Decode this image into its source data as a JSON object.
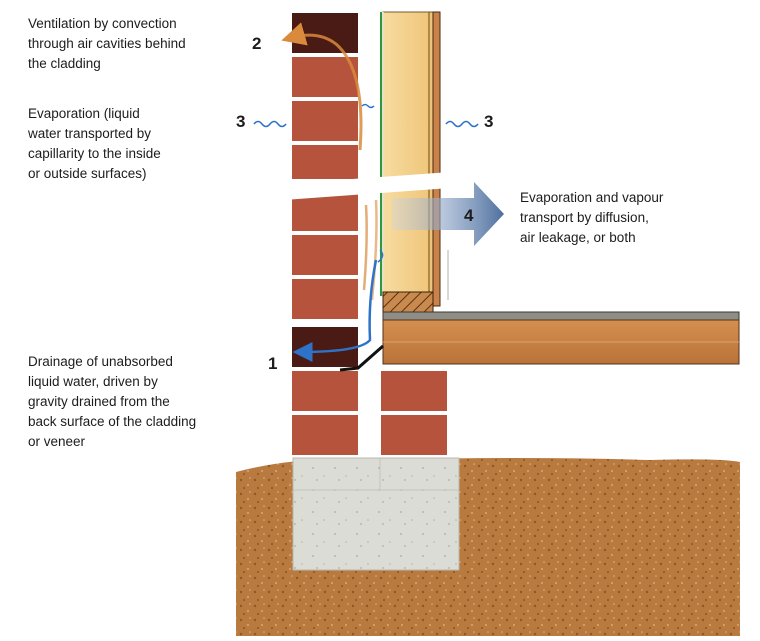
{
  "labels": {
    "ventilation": [
      "Ventilation by convection",
      "through air cavities behind",
      "the cladding"
    ],
    "evaporation_liquid": [
      "Evaporation (liquid",
      "water transported by",
      "capillarity to the inside",
      "or outside surfaces)"
    ],
    "evaporation_vapour": [
      "Evaporation and vapour",
      "transport by diffusion,",
      "air leakage, or both"
    ],
    "drainage": [
      "Drainage of unabsorbed",
      "liquid water, driven by",
      "gravity drained from the",
      "back surface of the cladding",
      "or veneer"
    ]
  },
  "markers": {
    "drainage": "1",
    "ventilation": "2",
    "evaporation_outer": "3",
    "evaporation_inner": "3",
    "vapour": "4"
  },
  "colors": {
    "brick": "#b5533c",
    "dark_brick": "#4a1a14",
    "mortar": "#ffffff",
    "insulation": "#f2cf8a",
    "timber": "#c9824a",
    "soil": "#b87a3e",
    "concrete": "#dcdcd6",
    "water": "#2f73c9",
    "air_arrow": "#d98a3c",
    "vapour_arrow": "#5a7aa8",
    "vapour_barrier": "#2f9a3a"
  }
}
